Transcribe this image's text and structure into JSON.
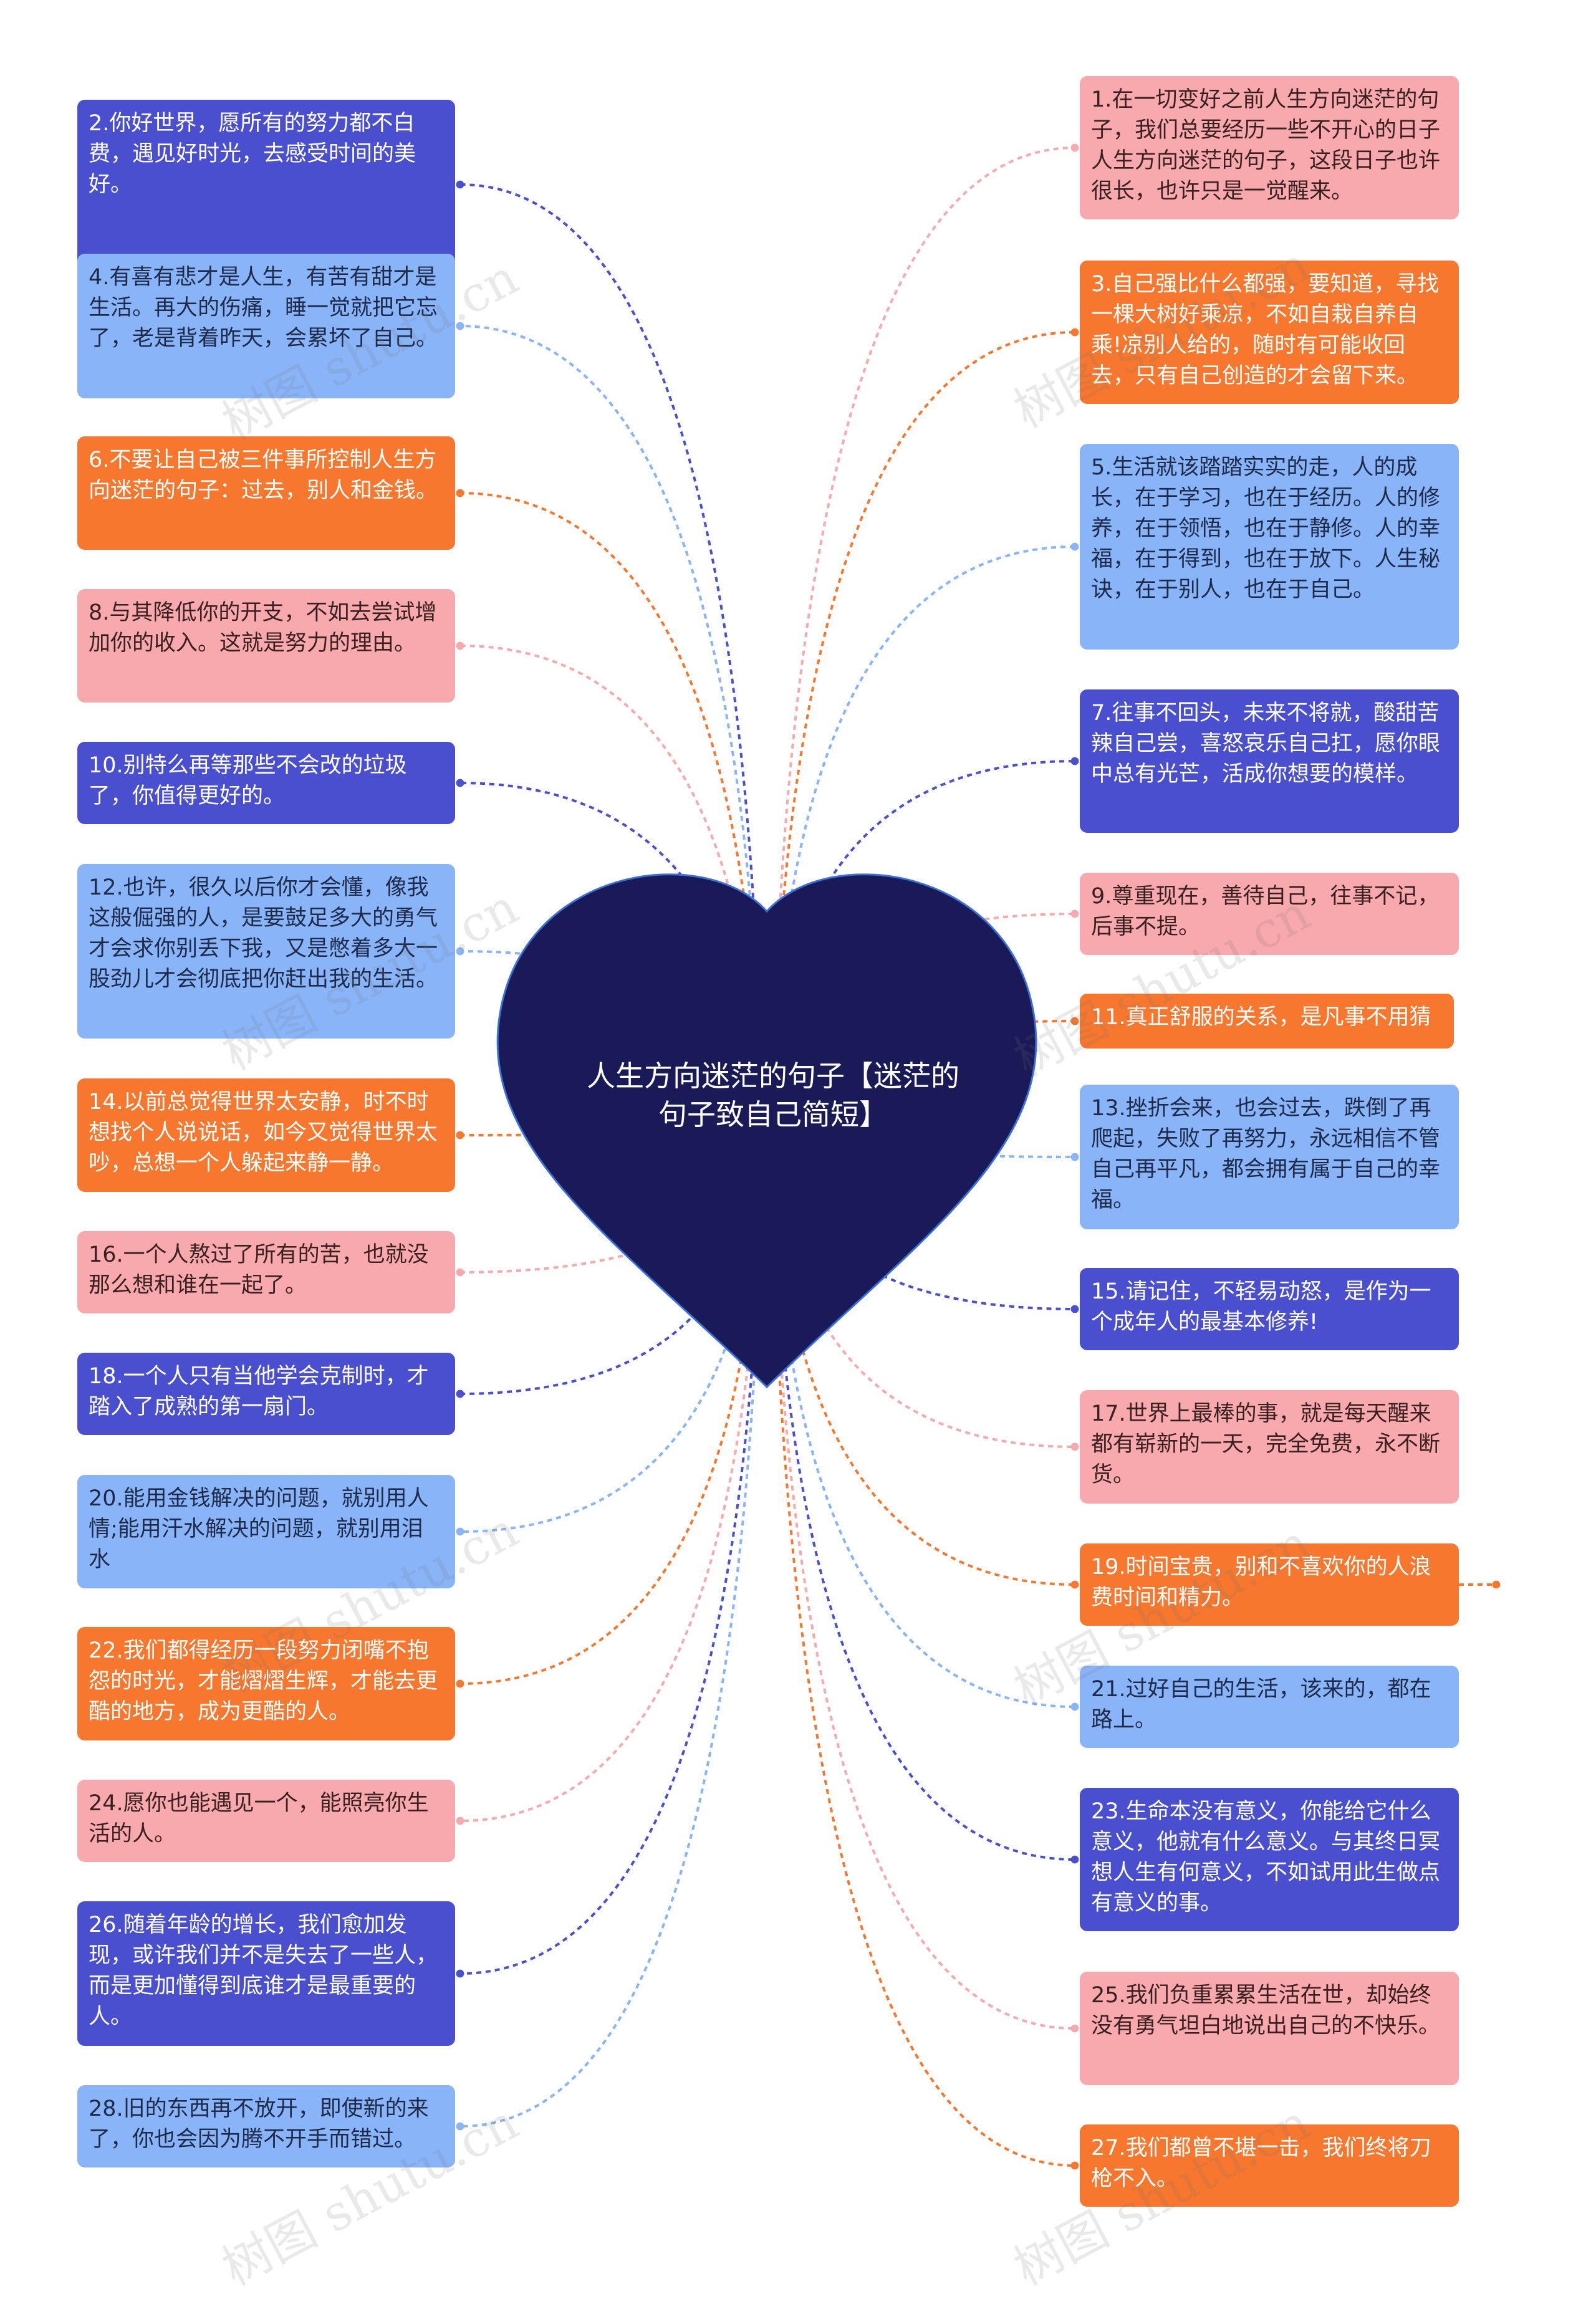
{
  "center": {
    "title": "人生方向迷茫的句子【迷茫的句子致自己简短】",
    "color": "#191a57"
  },
  "colors": {
    "blue": "#4a4fd0",
    "light": "#8ab4f8",
    "orange": "#f6772d",
    "pink": "#f8a9ad"
  },
  "watermark": "树图 shutu.cn",
  "left_items": [
    {
      "text": "2.你好世界，愿所有的努力都不白费，遇见好时光，去感受时间的美好。",
      "style": "blue"
    },
    {
      "text": "4.有喜有悲才是人生，有苦有甜才是生活。再大的伤痛，睡一觉就把它忘了，老是背着昨天，会累坏了自己。",
      "style": "light"
    },
    {
      "text": "6.不要让自己被三件事所控制人生方向迷茫的句子：过去，别人和金钱。",
      "style": "orange"
    },
    {
      "text": "8.与其降低你的开支，不如去尝试增加你的收入。这就是努力的理由。",
      "style": "pink"
    },
    {
      "text": "10.别特么再等那些不会改的垃圾了，你值得更好的。",
      "style": "blue"
    },
    {
      "text": "12.也许，很久以后你才会懂，像我这般倔强的人，是要鼓足多大的勇气才会求你别丢下我，又是憋着多大一股劲儿才会彻底把你赶出我的生活。",
      "style": "light"
    },
    {
      "text": "14.以前总觉得世界太安静，时不时想找个人说说话，如今又觉得世界太吵，总想一个人躲起来静一静。",
      "style": "orange"
    },
    {
      "text": "16.一个人熬过了所有的苦，也就没那么想和谁在一起了。",
      "style": "pink"
    },
    {
      "text": "18.一个人只有当他学会克制时，才踏入了成熟的第一扇门。",
      "style": "blue"
    },
    {
      "text": "20.能用金钱解决的问题，就别用人情;能用汗水解决的问题，就别用泪水",
      "style": "light"
    },
    {
      "text": "22.我们都得经历一段努力闭嘴不抱怨的时光，才能熠熠生辉，才能去更酷的地方，成为更酷的人。",
      "style": "orange"
    },
    {
      "text": "24.愿你也能遇见一个，能照亮你生活的人。",
      "style": "pink"
    },
    {
      "text": "26.随着年龄的增长，我们愈加发现，或许我们并不是失去了一些人，而是更加懂得到底谁才是最重要的人。",
      "style": "blue"
    },
    {
      "text": "28.旧的东西再不放开，即使新的来了，你也会因为腾不开手而错过。",
      "style": "light"
    }
  ],
  "right_items": [
    {
      "text": "1.在一切变好之前人生方向迷茫的句子，我们总要经历一些不开心的日子人生方向迷茫的句子，这段日子也许很长，也许只是一觉醒来。",
      "style": "pink"
    },
    {
      "text": "3.自己强比什么都强，要知道，寻找一棵大树好乘凉，不如自栽自养自乘!凉别人给的，随时有可能收回去，只有自己创造的才会留下来。",
      "style": "orange"
    },
    {
      "text": "5.生活就该踏踏实实的走，人的成长，在于学习，也在于经历。人的修养，在于领悟，也在于静修。人的幸福，在于得到，也在于放下。人生秘诀，在于别人，也在于自己。",
      "style": "light"
    },
    {
      "text": "7.往事不回头，未来不将就，酸甜苦辣自己尝，喜怒哀乐自己扛，愿你眼中总有光芒，活成你想要的模样。",
      "style": "blue"
    },
    {
      "text": "9.尊重现在，善待自己，往事不记，后事不提。",
      "style": "pink"
    },
    {
      "text": "11.真正舒服的关系，是凡事不用猜",
      "style": "orange"
    },
    {
      "text": "13.挫折会来，也会过去，跌倒了再爬起，失败了再努力，永远相信不管自己再平凡，都会拥有属于自己的幸福。",
      "style": "light"
    },
    {
      "text": "15.请记住，不轻易动怒，是作为一个成年人的最基本修养!",
      "style": "blue"
    },
    {
      "text": "17.世界上最棒的事，就是每天醒来都有崭新的一天，完全免费，永不断货。",
      "style": "pink"
    },
    {
      "text": "19.时间宝贵，别和不喜欢你的人浪费时间和精力。",
      "style": "orange"
    },
    {
      "text": "21.过好自己的生活，该来的，都在路上。",
      "style": "light"
    },
    {
      "text": "23.生命本没有意义，你能给它什么意义，他就有什么意义。与其终日冥想人生有何意义，不如试用此生做点有意义的事。",
      "style": "blue"
    },
    {
      "text": "25.我们负重累累生活在世，却始终没有勇气坦白地说出自己的不快乐。",
      "style": "pink"
    },
    {
      "text": "27.我们都曾不堪一击，我们终将刀枪不入。",
      "style": "orange"
    }
  ]
}
